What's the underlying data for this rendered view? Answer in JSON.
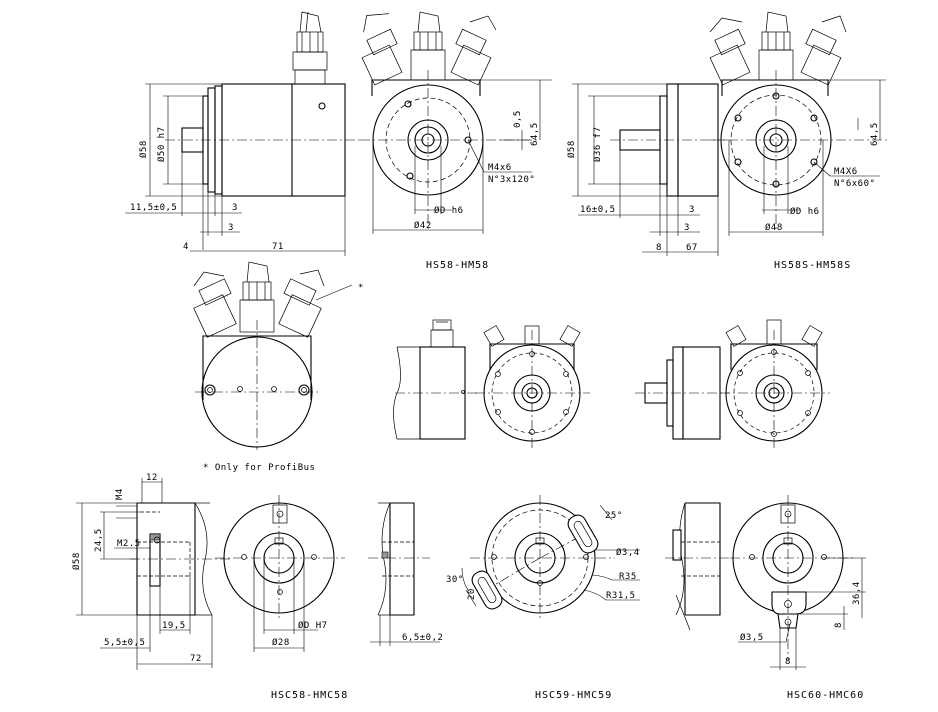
{
  "captions": {
    "hs58": "HS58-HM58",
    "hs58s": "HS58S-HM58S",
    "hsc58": "HSC58-HMC58",
    "hsc59": "HSC59-HMC59",
    "hsc60": "HSC60-HMC60"
  },
  "notes": {
    "asterisk": "*",
    "profibus": "* Only for ProfiBus"
  },
  "dims": {
    "hs58": {
      "d58": "Ø58",
      "d50h7": "Ø50 h7",
      "w115": "11,5±0,5",
      "w3a": "3",
      "w3b": "3",
      "w4": "4",
      "w71": "71",
      "h05": "0,5",
      "h645": "64,5",
      "m4": "M4x6",
      "n3": "N°3x120°",
      "dh6": "ØD h6",
      "d42": "Ø42"
    },
    "hs58s": {
      "d58": "Ø58",
      "d36f7": "Ø36 f7",
      "w16": "16±0,5",
      "w3a": "3",
      "w3b": "3",
      "w8": "8",
      "w67": "67",
      "h645": "64,5",
      "m4": "M4X6",
      "n6": "N°6x60°",
      "dh6": "ØD h6",
      "d48": "Ø48"
    },
    "hsc58": {
      "w12": "12",
      "m4": "M4",
      "h245": "24,5",
      "m25": "M2.5",
      "d58": "Ø58",
      "w195": "19,5",
      "w55": "5,5±0,5",
      "w72": "72",
      "dH7": "ØD H7",
      "d28": "Ø28"
    },
    "hsc59": {
      "w65": "6,5±0,2",
      "a25": "25°",
      "d34": "Ø3,4",
      "r35": "R35",
      "r315": "R31,5",
      "a30": "30°",
      "w20": "20"
    },
    "hsc60": {
      "h364": "36,4",
      "h8": "8",
      "d35": "Ø3,5",
      "w8": "8"
    }
  }
}
